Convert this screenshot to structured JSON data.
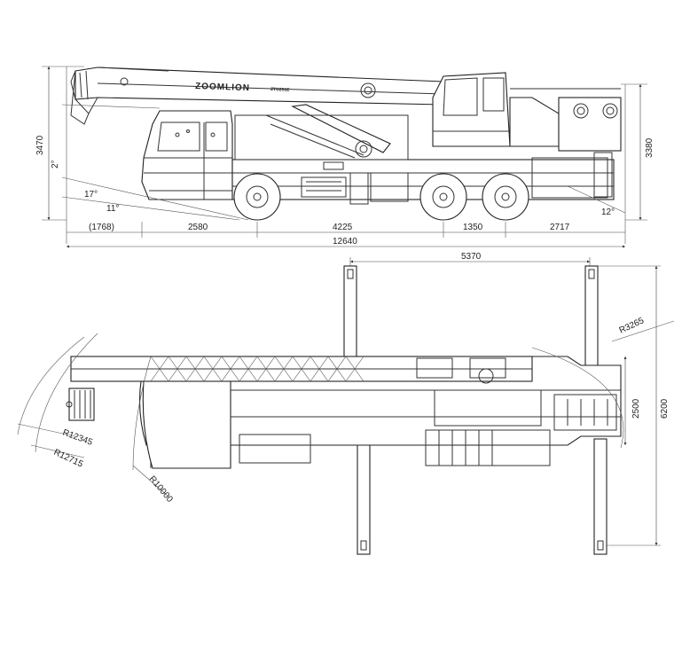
{
  "side_view": {
    "brand": "ZOOMLION",
    "model": "ZTC251E",
    "dims": {
      "height_boom": "3470",
      "height_cab": "3380",
      "front_overhang": "(1768)",
      "axle1_to_axle2": "2580",
      "axle2_to_axle3": "4225",
      "axle3_to_axle4": "1350",
      "rear_overhang": "2717",
      "total_length": "12640"
    },
    "angles": {
      "boom_tilt": "2°",
      "approach_1": "17°",
      "approach_2": "11°",
      "departure": "12°"
    }
  },
  "top_view": {
    "dims": {
      "outrigger_span_length": "5370",
      "tail_radius": "R3265",
      "body_width": "2500",
      "outrigger_width": "6200",
      "radius_1": "R12345",
      "radius_2": "R12715",
      "radius_3": "R10000"
    }
  }
}
